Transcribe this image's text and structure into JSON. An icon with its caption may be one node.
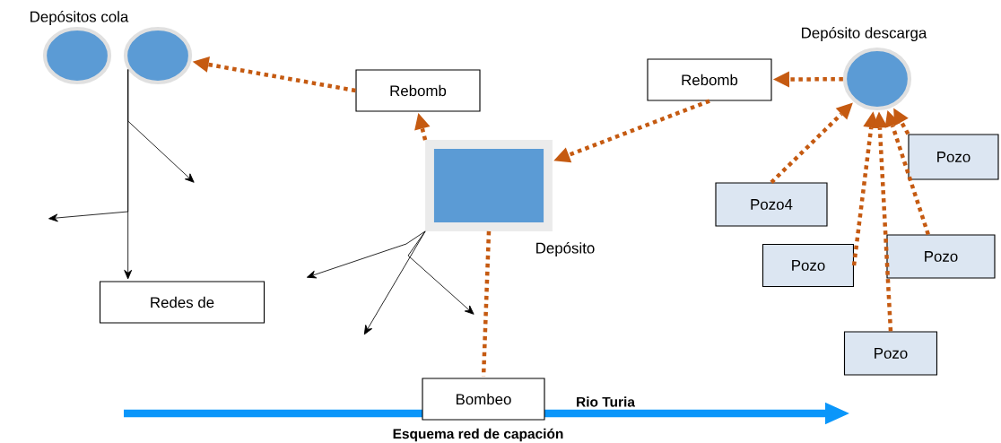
{
  "diagram": {
    "caption": "Esquema red de capación",
    "nodes": [
      {
        "text": [
          "Depósitos cola"
        ]
      },
      {
        "text": [],
        "shape": "circle"
      },
      {
        "text": [
          "Rebomb"
        ]
      },
      {
        "text": [
          "Depósito"
        ]
      },
      {
        "text": [
          "Rebomb"
        ]
      },
      {
        "text": [
          "Depósito descarga"
        ]
      },
      {
        "text": [
          "Pozo"
        ]
      },
      {
        "text": [
          "Pozo4"
        ]
      },
      {
        "text": [
          "Pozo"
        ]
      },
      {
        "text": [
          "Pozo"
        ]
      },
      {
        "text": [
          "Pozo"
        ]
      },
      {
        "text": [
          "Redes de"
        ]
      },
      {
        "text": [
          "Bombeo"
        ]
      }
    ],
    "edges": [
      {
        "from": 2,
        "to": 1,
        "arrow": "to",
        "style": "dashed"
      },
      {
        "from": 3,
        "to": 2,
        "arrow": "to",
        "style": "dashed"
      },
      {
        "from": 4,
        "to": 3,
        "arrow": "to",
        "style": "dashed"
      },
      {
        "from": 5,
        "to": 4,
        "arrow": "to",
        "style": "dashed"
      },
      {
        "from": 7,
        "to": 5,
        "arrow": "to",
        "style": "dashed"
      },
      {
        "from": 8,
        "to": 5,
        "arrow": "to",
        "style": "dashed"
      },
      {
        "from": 10,
        "to": 5,
        "arrow": "to",
        "style": "dashed"
      },
      {
        "from": 9,
        "to": 5,
        "arrow": "to",
        "style": "dashed"
      },
      {
        "from": 6,
        "to": 5,
        "arrow": "to",
        "style": "dashed"
      },
      {
        "from": 3,
        "to": 12,
        "arrow": "none",
        "style": "dashed"
      },
      {
        "from": 1,
        "to": 11,
        "arrow": "to",
        "color": "#000000"
      },
      {
        "from": 1,
        "to": null,
        "arrow": "to",
        "color": "#000000"
      },
      {
        "from": 1,
        "to": null,
        "arrow": "to",
        "color": "#000000"
      },
      {
        "from": 3,
        "to": null,
        "arrow": "to",
        "color": "#000000"
      },
      {
        "from": 3,
        "to": null,
        "arrow": "to",
        "color": "#000000"
      },
      {
        "from": 3,
        "to": null,
        "arrow": "to",
        "color": "#000000"
      }
    ],
    "labels": [
      "Rio Turia"
    ]
  }
}
